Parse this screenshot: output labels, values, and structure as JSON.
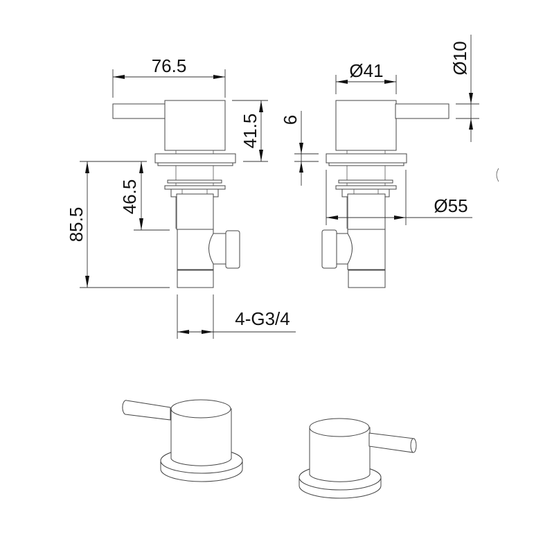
{
  "drawing": {
    "type": "technical dimension drawing",
    "subject": "pair of lever handle valves (side views and isometric views)",
    "line_color": "#333333",
    "background": "#ffffff"
  },
  "left_view": {
    "dimensions": {
      "overall_width": "76.5",
      "handle_height": "41.5",
      "body_height": "85.5",
      "upper_body_height": "46.5",
      "thread": "4-G3/4"
    }
  },
  "right_view": {
    "dimensions": {
      "handle_diameter": "Ø41",
      "lever_diameter": "Ø10",
      "flange_thickness": "6",
      "flange_diameter": "Ø55"
    }
  },
  "isometric_views": [
    {
      "label": "left-handle-isometric",
      "lever_side": "left"
    },
    {
      "label": "right-handle-isometric",
      "lever_side": "right"
    }
  ]
}
